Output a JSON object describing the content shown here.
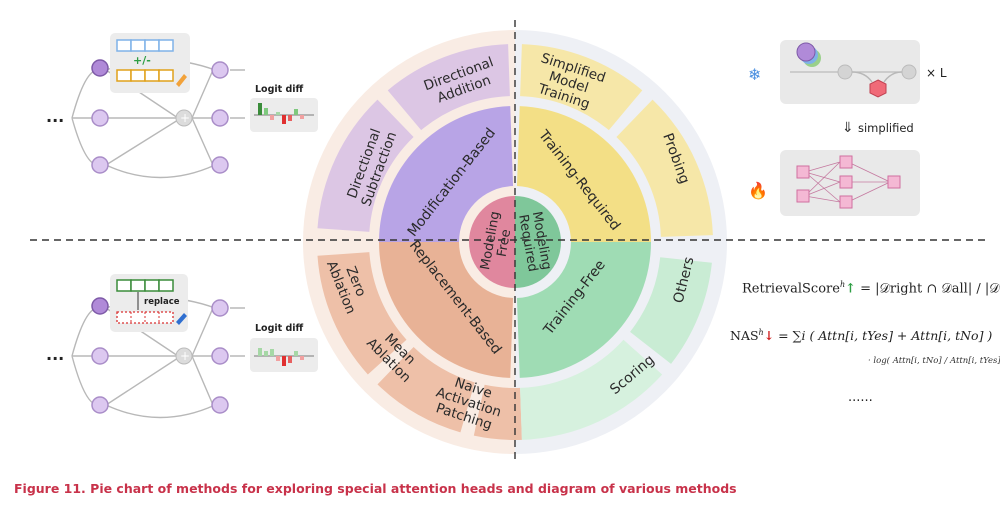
{
  "wheel": {
    "center_left": "Modeling Free",
    "center_right": "Modeling Required",
    "left_mid": [
      "Modification-Based",
      "Replacement-Based"
    ],
    "right_mid": [
      "Training-Required",
      "Training-Free"
    ],
    "outer_top_left": [
      "Directional Addition",
      "Directional Subtraction"
    ],
    "outer_bottom_left": [
      "Zero Ablation",
      "Mean Ablation",
      "Naive Activation Patching"
    ],
    "outer_top_right": [
      "Simplified Model Training",
      "Probing"
    ],
    "outer_bottom_right": [
      "Others",
      "Scoring"
    ]
  },
  "left_top_diagram": {
    "plus_minus": "+/-",
    "logit_label": "Logit diff",
    "ellipsis": "..."
  },
  "left_bottom_diagram": {
    "replace_label": "replace",
    "logit_label": "Logit diff",
    "ellipsis": "..."
  },
  "right_top_diagram": {
    "times_label": "× L",
    "simplified_label": "simplified",
    "arrow": "⇓"
  },
  "right_bottom_formulas": {
    "retrieval": "RetrievalScore",
    "retrieval_rhs": "= |𝒟right ∩ 𝒟all| / |𝒟all|",
    "nas": "NAS",
    "nas_rhs": "= ∑i ( Attn[i, tYes] + Attn[i, tNo] )",
    "nas_tail": "· log( Attn[i, tNo] / Attn[i, tYes] )",
    "ellipsis": "......"
  },
  "caption": "Figure 11.  Pie chart of methods for exploring special attention heads and diagram of various methods",
  "colors": {
    "purple": "#b8a4e6",
    "pink": "#e0879e",
    "orange": "#e8b296",
    "yellow": "#f3df86",
    "green": "#9fdcb4",
    "outer_left": "#f9ece4",
    "outer_right": "#eef0f5",
    "caption": "#c8324a"
  }
}
